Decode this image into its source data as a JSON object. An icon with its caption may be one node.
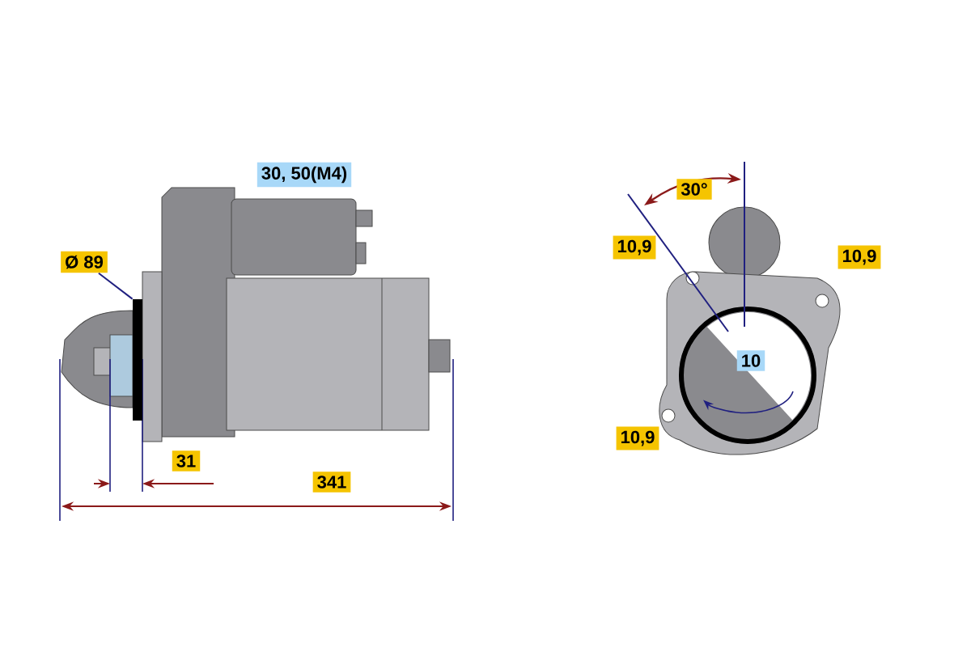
{
  "diagram": {
    "nodes": [
      {
        "text": [
          "Ø 89"
        ]
      },
      {
        "text": [],
        "shape": "bar"
      }
    ],
    "edges": [
      {
        "from": 0,
        "to": 1,
        "arrow": "none"
      }
    ],
    "labels": [
      "30, 50(M4)",
      "31",
      "341",
      "30°",
      "10,9",
      "10,9",
      "10,9",
      "10"
    ]
  }
}
